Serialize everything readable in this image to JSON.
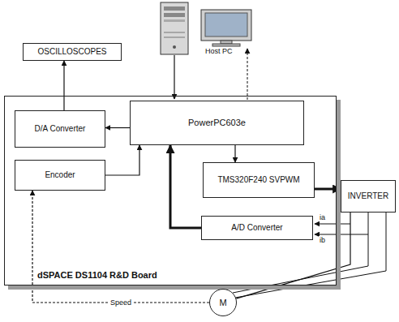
{
  "diagram": {
    "nodes": [
      {
        "text": [
          "OSCILLOSCOPES"
        ]
      },
      {
        "text": [
          "dSPACE DS1104 R&D Board"
        ]
      },
      {
        "text": [
          "D/A Converter"
        ],
        "in": 1
      },
      {
        "text": [
          "PowerPC603e"
        ],
        "in": 1
      },
      {
        "text": [
          "Encoder"
        ],
        "in": 1
      },
      {
        "text": [
          "TMS320F240 SVPWM"
        ],
        "in": 1
      },
      {
        "text": [
          "A/D Converter"
        ],
        "in": 1
      },
      {
        "text": [
          "INVERTER"
        ]
      },
      {
        "text": [
          "M"
        ]
      }
    ],
    "edges": [
      {
        "from": 2,
        "to": 0,
        "arrow": "to"
      },
      {
        "from": 3,
        "to": 2,
        "arrow": "to"
      },
      {
        "from": 4,
        "to": 3,
        "arrow": "to"
      },
      {
        "from": 3,
        "to": 5,
        "arrow": "to"
      },
      {
        "from": 6,
        "to": 3,
        "arrow": "to"
      },
      {
        "from": 5,
        "to": 7,
        "arrow": "to"
      },
      {
        "from": 7,
        "to": 8,
        "arrow": "none"
      },
      {
        "from": 8,
        "to": 4,
        "label": "Speed",
        "arrow": "to"
      }
    ],
    "labels": [
      "Host PC",
      "ia",
      "ib"
    ]
  }
}
